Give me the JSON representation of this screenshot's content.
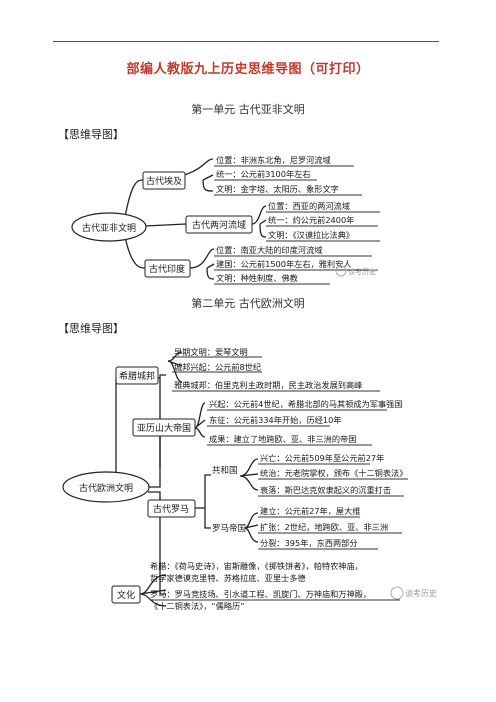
{
  "header": {
    "title": "部编人教版九上历史思维导图（可打印）"
  },
  "unit1": {
    "heading": "第一单元    古代亚非文明",
    "section_label": "【思维导图】",
    "root": "古代亚非文明",
    "branches": [
      {
        "name": "古代埃及",
        "leaves": [
          "位置：非洲东北角，尼罗河流域",
          "统一：公元前3100年左右",
          "文明：金字塔、太阳历、象形文字"
        ]
      },
      {
        "name": "古代两河流域",
        "leaves": [
          "位置：西亚的两河流域",
          "统一：约公元前2400年",
          "文明：《汉谟拉比法典》"
        ]
      },
      {
        "name": "古代印度",
        "leaves": [
          "位置：南亚大陆的印度河流域",
          "建国：公元前1500年左右，雅利安人",
          "文明：种姓制度、佛教"
        ]
      }
    ],
    "watermark": "谈考历史"
  },
  "unit2": {
    "heading": "第二单元    古代欧洲文明",
    "section_label": "【思维导图】",
    "root": "古代欧洲文明",
    "greece": {
      "name": "希腊城邦",
      "leaves": [
        "早期文明：爱琴文明",
        "城邦兴起：公元前8世纪",
        "雅典城邦：伯里克利主政时期，民主政治发展到高峰"
      ]
    },
    "alexander": {
      "name": "亚历山大帝国",
      "leaves": [
        "兴起：公元前4世纪，希腊北部的马其顿成为军事强国",
        "东征：公元前334年开始，历经10年",
        "成果：建立了地跨欧、亚、非三洲的帝国"
      ]
    },
    "rome": {
      "name": "古代罗马",
      "republic": {
        "name": "共和国",
        "leaves": [
          "兴亡：公元前509年至公元前27年",
          "统治：元老院掌权，颁布《十二铜表法》",
          "衰落：斯巴达克奴隶起义的沉重打击"
        ]
      },
      "empire": {
        "name": "罗马帝国",
        "leaves": [
          "建立：公元前27年，屋大维",
          "扩张：2世纪，地跨欧、亚、非三洲",
          "分裂：395年，东西两部分"
        ]
      }
    },
    "culture": {
      "name": "文化",
      "greece_line1": "希腊：《荷马史诗》，宙斯雕像，《掷铁饼者》，帕特农神庙，",
      "greece_line2": "哲学家德谟克里特、苏格拉底、亚里士多德",
      "rome_line1": "罗马：罗马竞技场、引水道工程、凯旋门、万神庙和万神殿，",
      "rome_line2": "《十二铜表法》，“儒略历”"
    },
    "watermark": "谈考历史"
  }
}
